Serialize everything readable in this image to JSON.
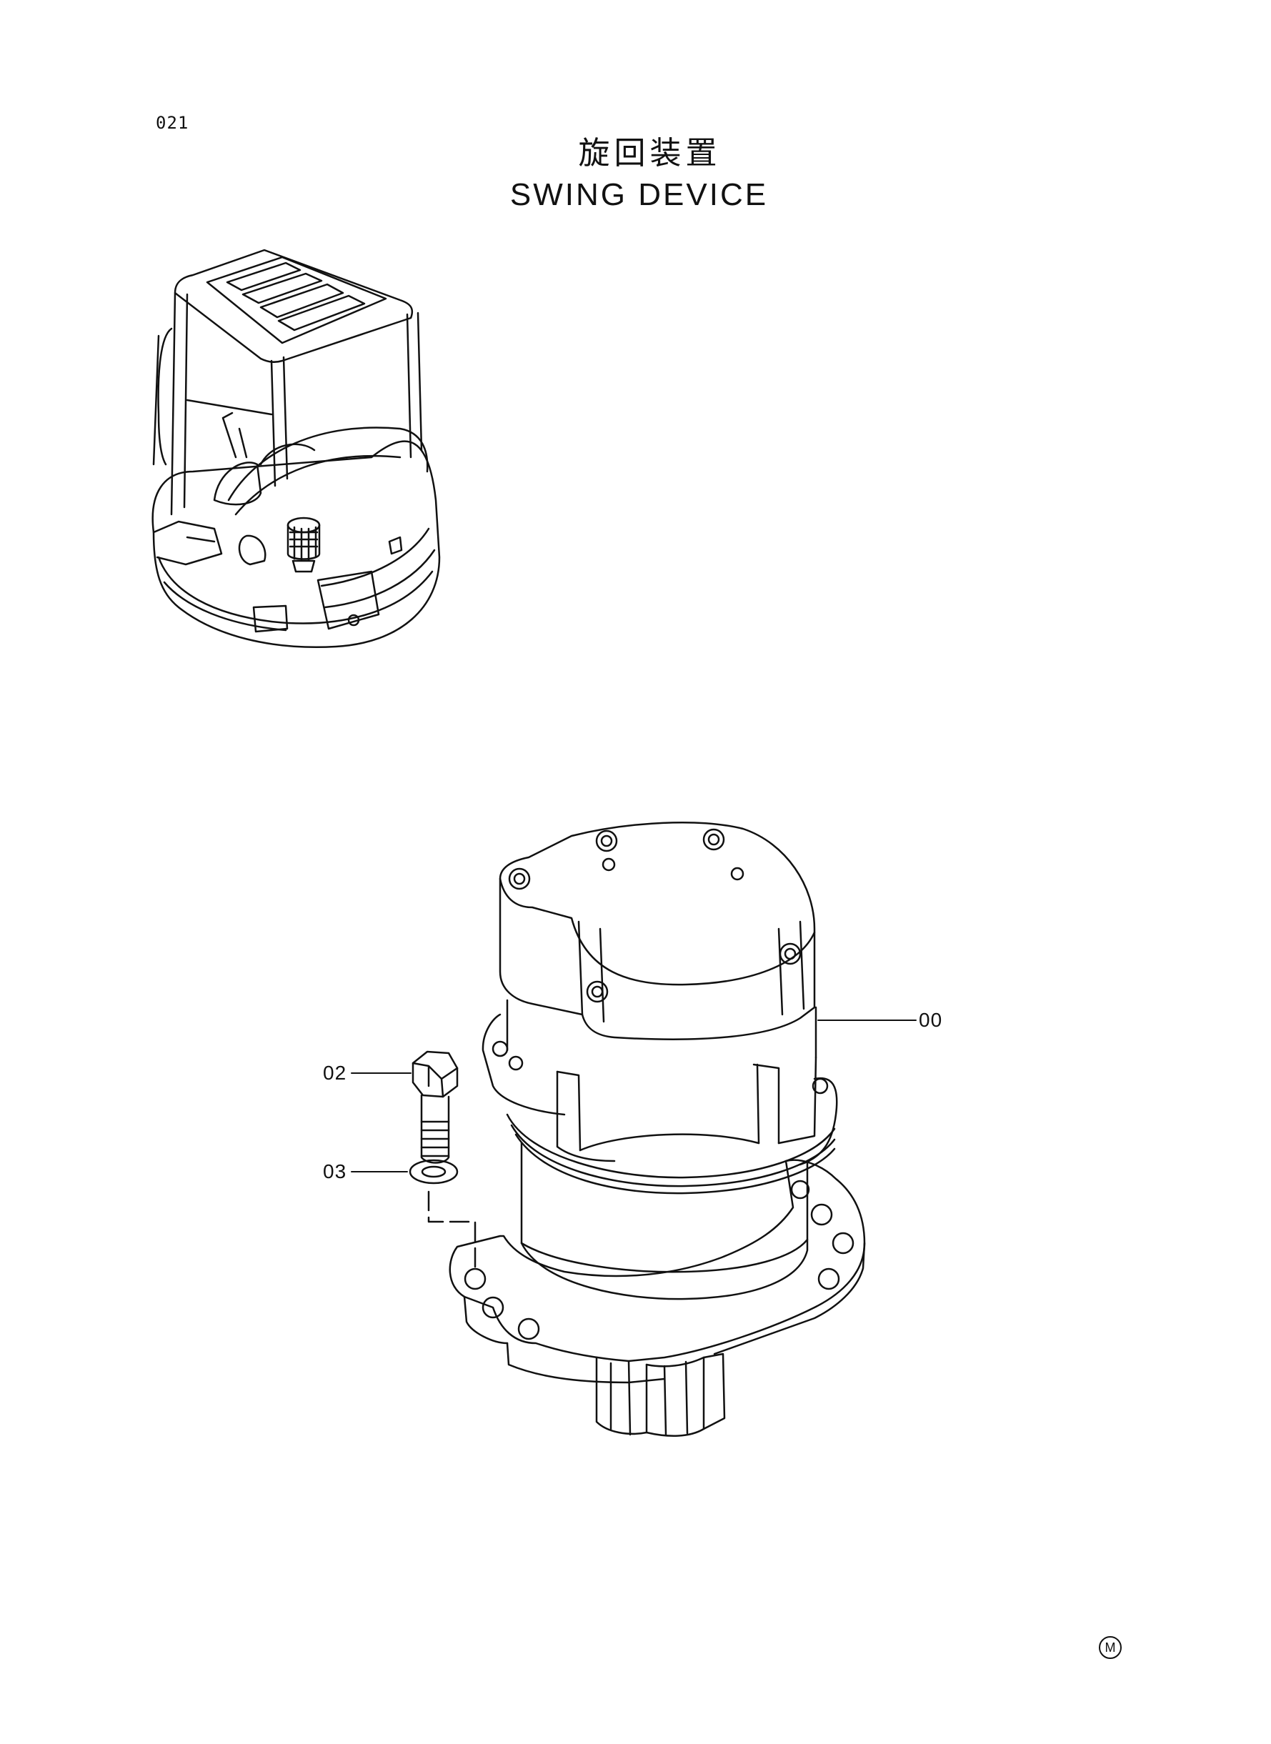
{
  "page": {
    "number": "021"
  },
  "title": {
    "japanese": "旋回装置",
    "english": "SWING DEVICE"
  },
  "callouts": [
    {
      "id": "00",
      "label": "00"
    },
    {
      "id": "02",
      "label": "02"
    },
    {
      "id": "03",
      "label": "03"
    }
  ],
  "footer_mark": "M"
}
